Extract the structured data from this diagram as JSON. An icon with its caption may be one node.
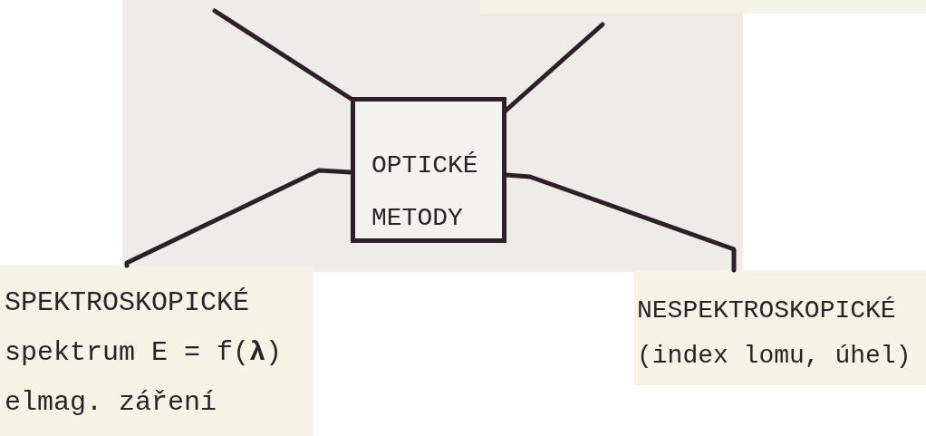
{
  "diagram": {
    "nodes": [
      {
        "text": [
          "OPTICKÉ METODY"
        ]
      },
      {
        "text": [
          "SPEKTROSKOPICKÉ",
          "spektrum E = f(**λ**)",
          "elmag. záření"
        ]
      },
      {
        "text": [
          "NESPEKTROSKOPICKÉ",
          "(index lomu, úhel)"
        ]
      }
    ],
    "edges": [
      {
        "from": null,
        "to": 0,
        "arrow": "none"
      },
      {
        "from": null,
        "to": 0,
        "arrow": "none"
      },
      {
        "from": 0,
        "to": 1,
        "arrow": "none"
      },
      {
        "from": 0,
        "to": 2,
        "arrow": "none"
      }
    ]
  }
}
